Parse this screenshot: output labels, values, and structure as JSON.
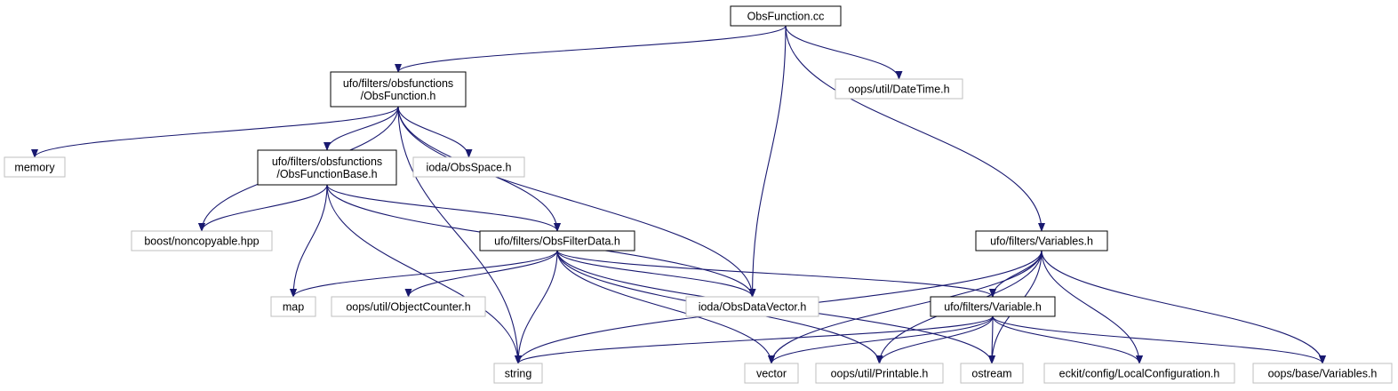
{
  "diagram": {
    "title": "",
    "colors": {
      "edge": "#191970",
      "root_fill": "#bfbfbf",
      "documented_border": "#000000",
      "external_border": "#bfbfbf"
    },
    "nodes": [
      {
        "id": "obsfunction-cc",
        "lines": [
          "ObsFunction.cc"
        ],
        "kind": "root"
      },
      {
        "id": "obsfunction-h",
        "lines": [
          "ufo/filters/obsfunctions",
          "/ObsFunction.h"
        ],
        "kind": "documented"
      },
      {
        "id": "datetime-h",
        "lines": [
          "oops/util/DateTime.h"
        ],
        "kind": "external"
      },
      {
        "id": "memory",
        "lines": [
          "memory"
        ],
        "kind": "external"
      },
      {
        "id": "obsfunctionbase-h",
        "lines": [
          "ufo/filters/obsfunctions",
          "/ObsFunctionBase.h"
        ],
        "kind": "documented"
      },
      {
        "id": "obsspace-h",
        "lines": [
          "ioda/ObsSpace.h"
        ],
        "kind": "external"
      },
      {
        "id": "noncopyable-hpp",
        "lines": [
          "boost/noncopyable.hpp"
        ],
        "kind": "external"
      },
      {
        "id": "obsfilterdata-h",
        "lines": [
          "ufo/filters/ObsFilterData.h"
        ],
        "kind": "documented"
      },
      {
        "id": "variables-h",
        "lines": [
          "ufo/filters/Variables.h"
        ],
        "kind": "documented"
      },
      {
        "id": "map",
        "lines": [
          "map"
        ],
        "kind": "external"
      },
      {
        "id": "objectcounter-h",
        "lines": [
          "oops/util/ObjectCounter.h"
        ],
        "kind": "external"
      },
      {
        "id": "obsdatavector-h",
        "lines": [
          "ioda/ObsDataVector.h"
        ],
        "kind": "external"
      },
      {
        "id": "variable-h",
        "lines": [
          "ufo/filters/Variable.h"
        ],
        "kind": "documented"
      },
      {
        "id": "string",
        "lines": [
          "string"
        ],
        "kind": "external"
      },
      {
        "id": "vector",
        "lines": [
          "vector"
        ],
        "kind": "external"
      },
      {
        "id": "printable-h",
        "lines": [
          "oops/util/Printable.h"
        ],
        "kind": "external"
      },
      {
        "id": "ostream",
        "lines": [
          "ostream"
        ],
        "kind": "external"
      },
      {
        "id": "localconfiguration-h",
        "lines": [
          "eckit/config/LocalConfiguration.h"
        ],
        "kind": "external"
      },
      {
        "id": "oops-base-variables-h",
        "lines": [
          "oops/base/Variables.h"
        ],
        "kind": "external"
      }
    ],
    "edges": [
      [
        "obsfunction-cc",
        "obsfunction-h"
      ],
      [
        "obsfunction-cc",
        "datetime-h"
      ],
      [
        "obsfunction-cc",
        "obsdatavector-h"
      ],
      [
        "obsfunction-cc",
        "variables-h"
      ],
      [
        "obsfunction-h",
        "memory"
      ],
      [
        "obsfunction-h",
        "obsfunctionbase-h"
      ],
      [
        "obsfunction-h",
        "obsspace-h"
      ],
      [
        "obsfunction-h",
        "noncopyable-hpp"
      ],
      [
        "obsfunction-h",
        "obsfilterdata-h"
      ],
      [
        "obsfunction-h",
        "obsdatavector-h"
      ],
      [
        "obsfunction-h",
        "string"
      ],
      [
        "obsfunctionbase-h",
        "noncopyable-hpp"
      ],
      [
        "obsfunctionbase-h",
        "obsfilterdata-h"
      ],
      [
        "obsfunctionbase-h",
        "map"
      ],
      [
        "obsfunctionbase-h",
        "string"
      ],
      [
        "obsfunctionbase-h",
        "obsdatavector-h"
      ],
      [
        "obsfilterdata-h",
        "map"
      ],
      [
        "obsfilterdata-h",
        "objectcounter-h"
      ],
      [
        "obsfilterdata-h",
        "obsdatavector-h"
      ],
      [
        "obsfilterdata-h",
        "variable-h"
      ],
      [
        "obsfilterdata-h",
        "string"
      ],
      [
        "obsfilterdata-h",
        "vector"
      ],
      [
        "obsfilterdata-h",
        "printable-h"
      ],
      [
        "obsfilterdata-h",
        "ostream"
      ],
      [
        "variables-h",
        "variable-h"
      ],
      [
        "variables-h",
        "string"
      ],
      [
        "variables-h",
        "vector"
      ],
      [
        "variables-h",
        "printable-h"
      ],
      [
        "variables-h",
        "ostream"
      ],
      [
        "variables-h",
        "localconfiguration-h"
      ],
      [
        "variables-h",
        "oops-base-variables-h"
      ],
      [
        "variable-h",
        "string"
      ],
      [
        "variable-h",
        "vector"
      ],
      [
        "variable-h",
        "printable-h"
      ],
      [
        "variable-h",
        "ostream"
      ],
      [
        "variable-h",
        "localconfiguration-h"
      ],
      [
        "variable-h",
        "oops-base-variables-h"
      ]
    ]
  }
}
